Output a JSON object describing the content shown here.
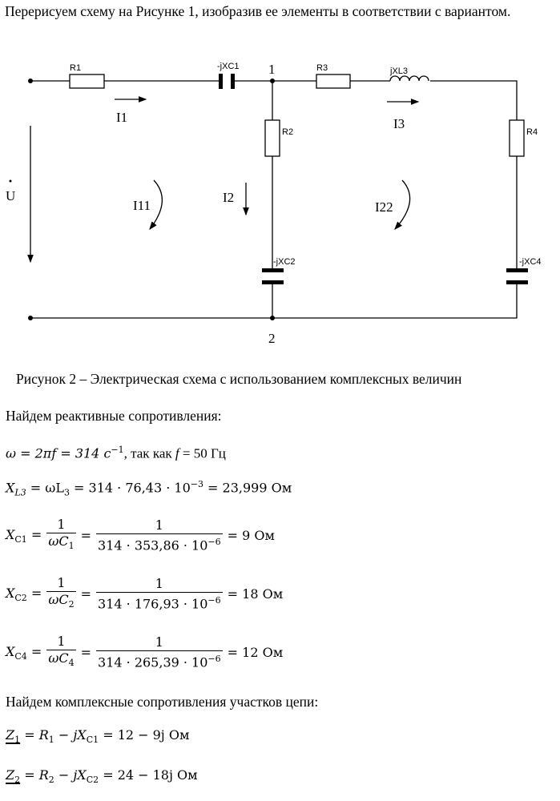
{
  "intro": "Перерисуем схему на Рисунке 1, изобразив ее элементы в соответствии с вариантом.",
  "figure": {
    "labels": {
      "R1": "R1",
      "C1": "-jXC1",
      "R3": "R3",
      "L3": "jXL3",
      "R2": "R2",
      "R4": "R4",
      "C2": "-jXC2",
      "C4": "-jXC4",
      "node1": "1",
      "node2": "2",
      "U": "U",
      "i1": "I1",
      "i2": "I2",
      "i3": "I3",
      "I11": "I11",
      "I22": "I22"
    },
    "caption": "Рисунок 2 – Электрическая схема с использованием комплексных величин"
  },
  "heading1": "Найдем реактивные сопротивления:",
  "eq_omega": {
    "lhs": "ω = 2πf = 314 с",
    "exp": "−1",
    "tail": ", так как ",
    "f": "f",
    "rest": " = 50 Гц"
  },
  "eq_xl3": {
    "X": "X",
    "sub": "L3",
    "mid": " = ωL",
    "sub2": "3",
    "rhs": " = 314 · 76,43 · 10",
    "exp": "−3",
    "res": " = 23,999 Ом"
  },
  "eq_xc": [
    {
      "X": "X",
      "sub": "C1",
      "num": "1",
      "den_w": "ωC",
      "den_sub": "1",
      "num2": "1",
      "den2": "314 · 353,86 · 10",
      "exp": "−6",
      "res": "= 9 Ом"
    },
    {
      "X": "X",
      "sub": "C2",
      "num": "1",
      "den_w": "ωC",
      "den_sub": "2",
      "num2": "1",
      "den2": "314 · 176,93 · 10",
      "exp": "−6",
      "res": "= 18 Ом"
    },
    {
      "X": "X",
      "sub": "C4",
      "num": "1",
      "den_w": "ωC",
      "den_sub": "4",
      "num2": "1",
      "den2": "314 · 265,39 · 10",
      "exp": "−6",
      "res": "= 12 Ом"
    }
  ],
  "heading2": "Найдем комплексные сопротивления участков цепи:",
  "eq_z": [
    {
      "Z": "Z",
      "zsub": "1",
      "a": " = R",
      "asub": "1",
      "b": " − jX",
      "bsub": "C1",
      "res": " = 12 − 9j Ом"
    },
    {
      "Z": "Z",
      "zsub": "2",
      "a": " = R",
      "asub": "2",
      "b": " − jX",
      "bsub": "C2",
      "res": " = 24 − 18j Ом"
    }
  ]
}
